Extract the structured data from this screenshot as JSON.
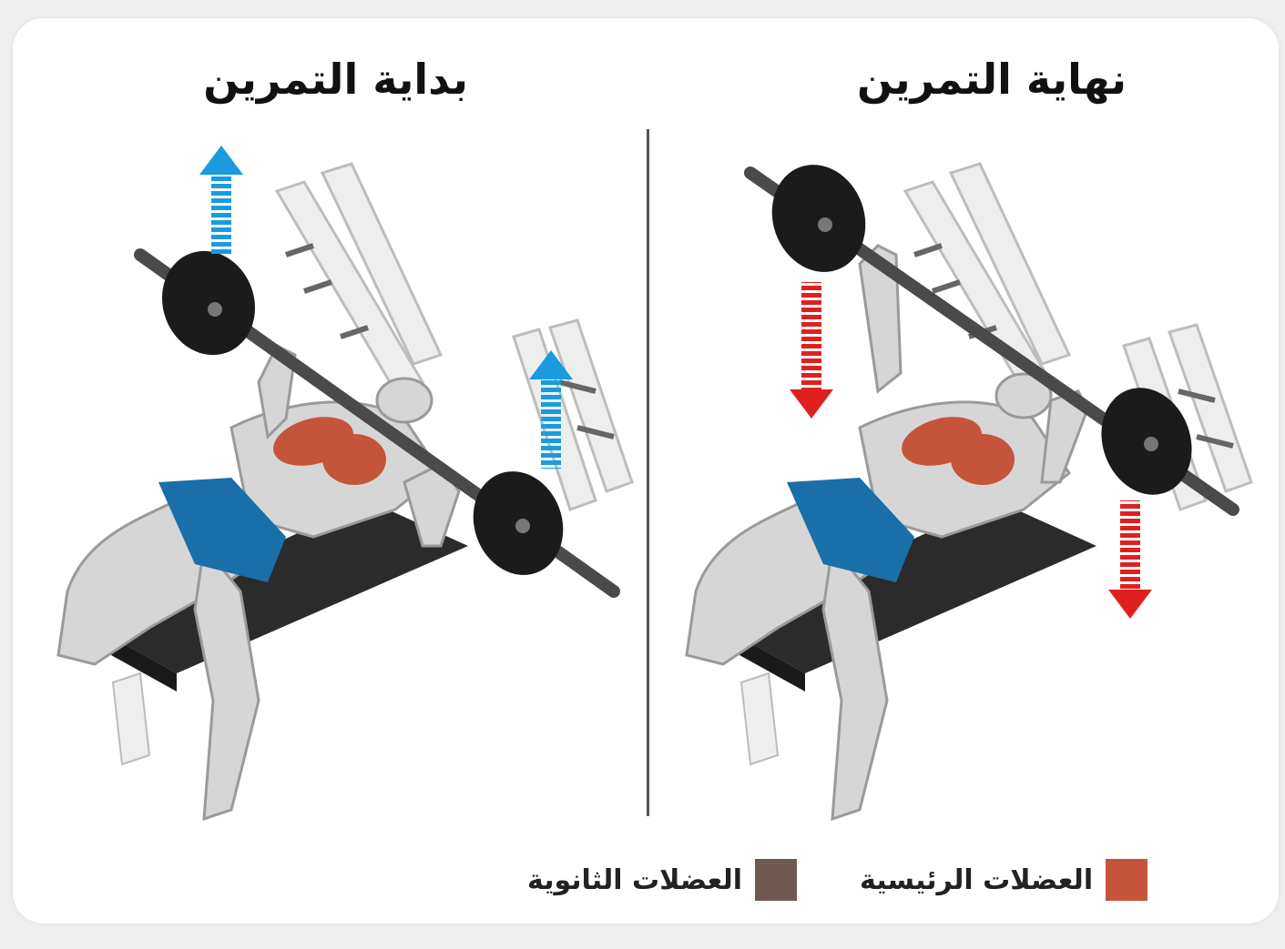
{
  "titles": {
    "start": "بداية التمرين",
    "end": "نهاية التمرين"
  },
  "legend": {
    "primary": {
      "label": "العضلات الرئيسية",
      "color": "#c4553a"
    },
    "secondary": {
      "label": "العضلات الثانوية",
      "color": "#6e5a52"
    }
  },
  "colors": {
    "arrow_up": "#1a9be0",
    "arrow_down": "#e02020",
    "shorts": "#1a6fa8",
    "plate": "#1b1b1b",
    "bar": "#4a4a4a",
    "bench": "#2b2b2b",
    "rack": "#eeeeee",
    "skin": "#d6d6d6",
    "chest": "#c4553a"
  },
  "icons": {
    "start_arrows": "arrow-up-icon",
    "end_arrows": "arrow-down-icon"
  }
}
